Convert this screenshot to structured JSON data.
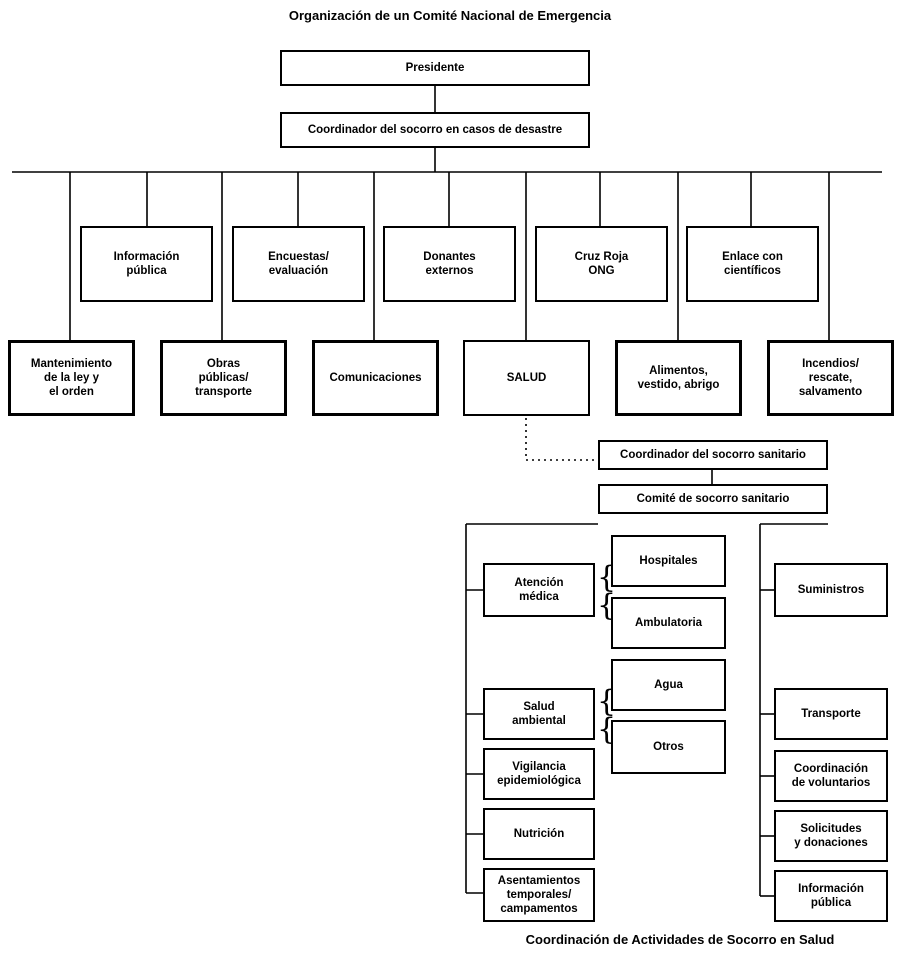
{
  "title": "Organización de un Comité Nacional de Emergencia",
  "bottom_title": "Coordinación de Actividades de Socorro en Salud",
  "top": {
    "president": "Presidente",
    "coordinator": "Coordinador del socorro en casos de desastre"
  },
  "upper_row": [
    "Información\npública",
    "Encuestas/\nevaluación",
    "Donantes\nexternos",
    "Cruz Roja\nONG",
    "Enlace con\ncientíficos"
  ],
  "lower_row": [
    "Mantenimiento\nde la ley y\nel orden",
    "Obras\npúblicas/\ntransporte",
    "Comunicaciones",
    "SALUD",
    "Alimentos,\nvestido, abrigo",
    "Incendios/\nrescate,\nsalvamento"
  ],
  "health": {
    "coordinator": "Coordinador del socorro sanitario",
    "committee": "Comité de socorro sanitario",
    "left": [
      "Atención\nmédica",
      "Salud\nambiental",
      "Vigilancia\nepidemiológica",
      "Nutrición",
      "Asentamientos\ntemporales/\ncampamentos"
    ],
    "middle": [
      "Hospitales",
      "Ambulatoria",
      "Agua",
      "Otros"
    ],
    "right": [
      "Suministros",
      "Transporte",
      "Coordinación\nde voluntarios",
      "Solicitudes\ny donaciones",
      "Información\npública"
    ]
  }
}
